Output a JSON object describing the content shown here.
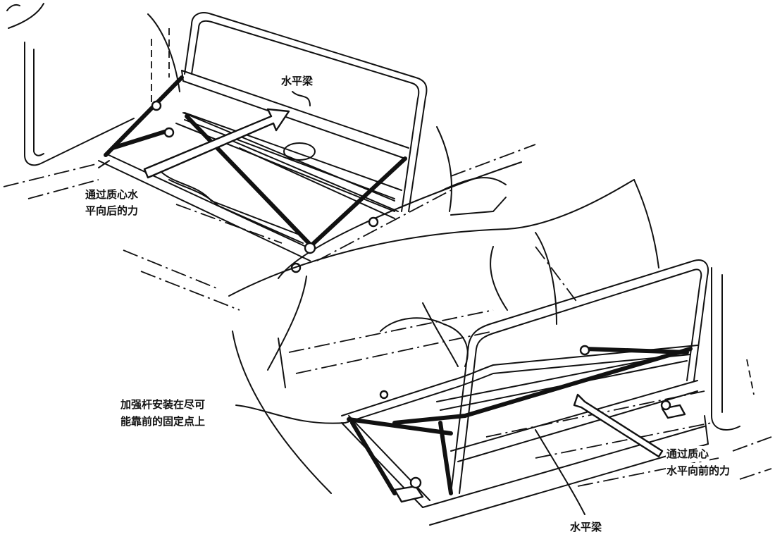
{
  "labels": {
    "top_beam": "水平梁",
    "rear_force_line1": "通过质心水",
    "rear_force_line2": "平向后的力",
    "brace_line1": "加强杆安装在尽可",
    "brace_line2": "能靠前的固定点上",
    "front_force_line1": "通过质心",
    "front_force_line2": "水平向前的力",
    "bottom_beam": "水平梁"
  }
}
